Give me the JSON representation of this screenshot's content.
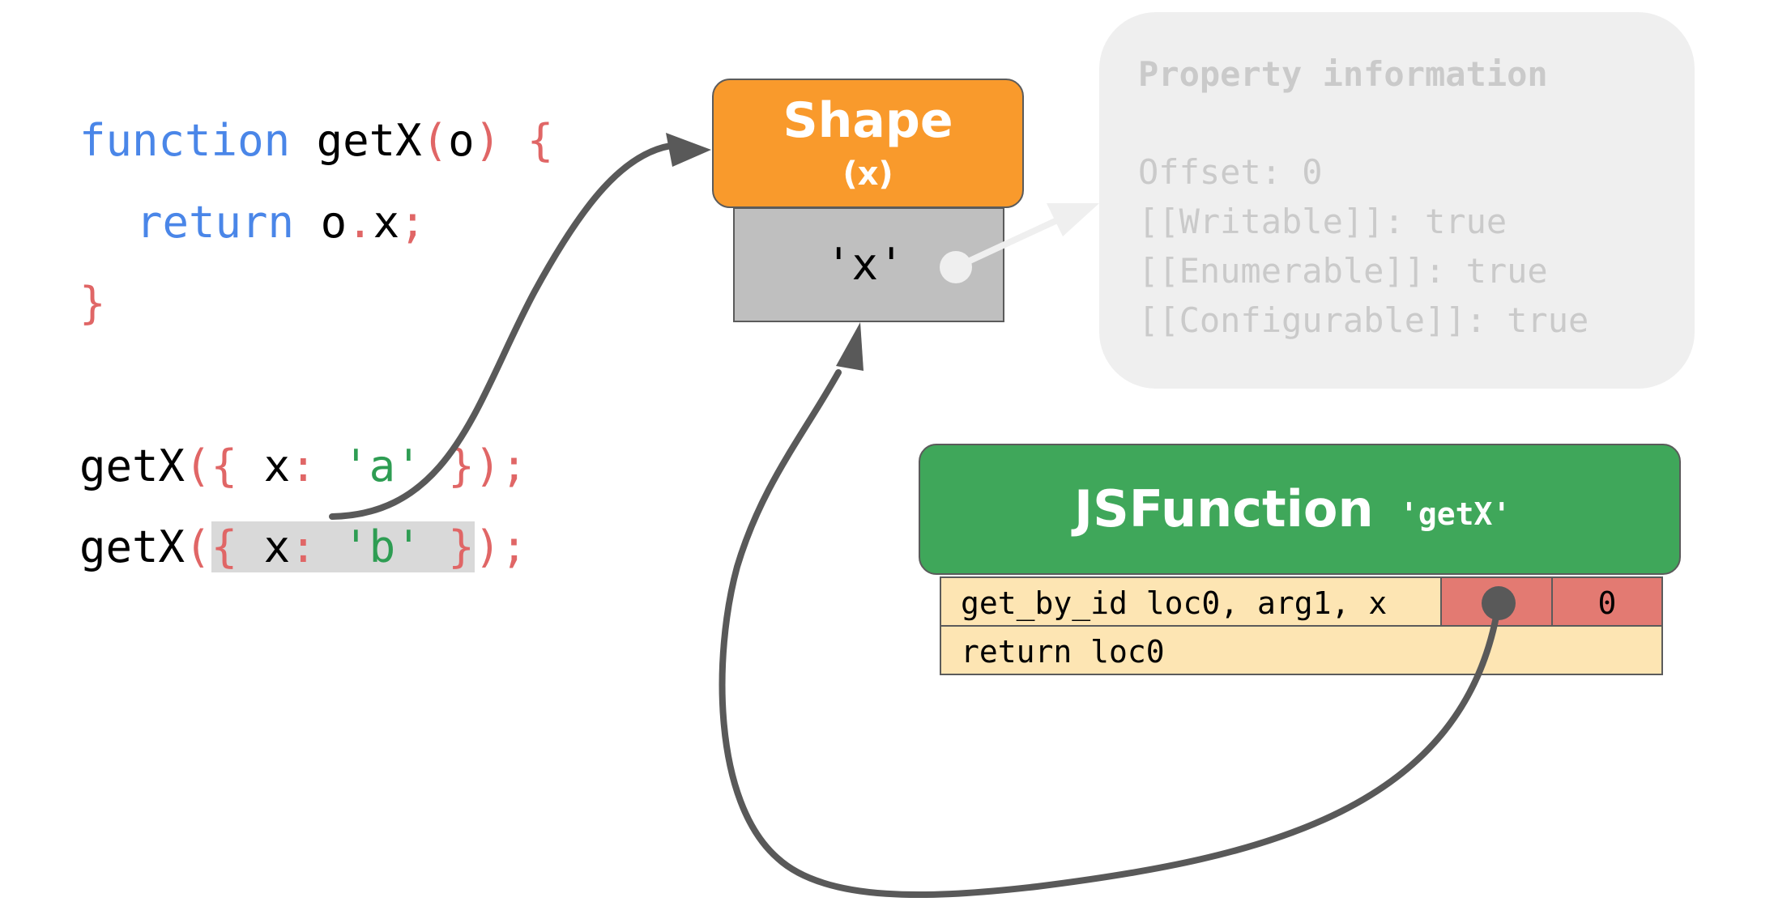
{
  "code": {
    "function_keyword": "function",
    "function_name": "getX",
    "param_open": "(",
    "param": "o",
    "param_close": ")",
    "brace_open": "{",
    "return_keyword": "return",
    "return_obj": "o",
    "return_dot": ".",
    "return_prop": "x",
    "semicolon": ";",
    "brace_close": "}",
    "call1": {
      "fn": "getX",
      "open": "({",
      "key": "x",
      "colon": ":",
      "value": "'a'",
      "close": "});"
    },
    "call2": {
      "fn": "getX",
      "open_paren": "(",
      "obj_open": "{",
      "key": "x",
      "colon": ":",
      "value": "'b'",
      "obj_close": "}",
      "close": ");"
    }
  },
  "shape": {
    "title": "Shape",
    "subtitle": "(x)",
    "property_key": "'x'"
  },
  "property_information": {
    "title": "Property information",
    "lines": [
      "Offset: 0",
      "[[Writable]]: true",
      "[[Enumerable]]: true",
      "[[Configurable]]: true"
    ]
  },
  "jsfunction": {
    "title": "JSFunction",
    "name": "'getX'",
    "bytecode": [
      "get_by_id loc0, arg1, x",
      "return loc0"
    ],
    "inline_cache_offset": "0"
  },
  "colors": {
    "shape": "#f99a2c",
    "jsfunction": "#3fa75a",
    "bytecode": "#fde5b3",
    "inline_cache": "#e37a72",
    "property_info": "#efefef",
    "arrow": "#595959"
  }
}
